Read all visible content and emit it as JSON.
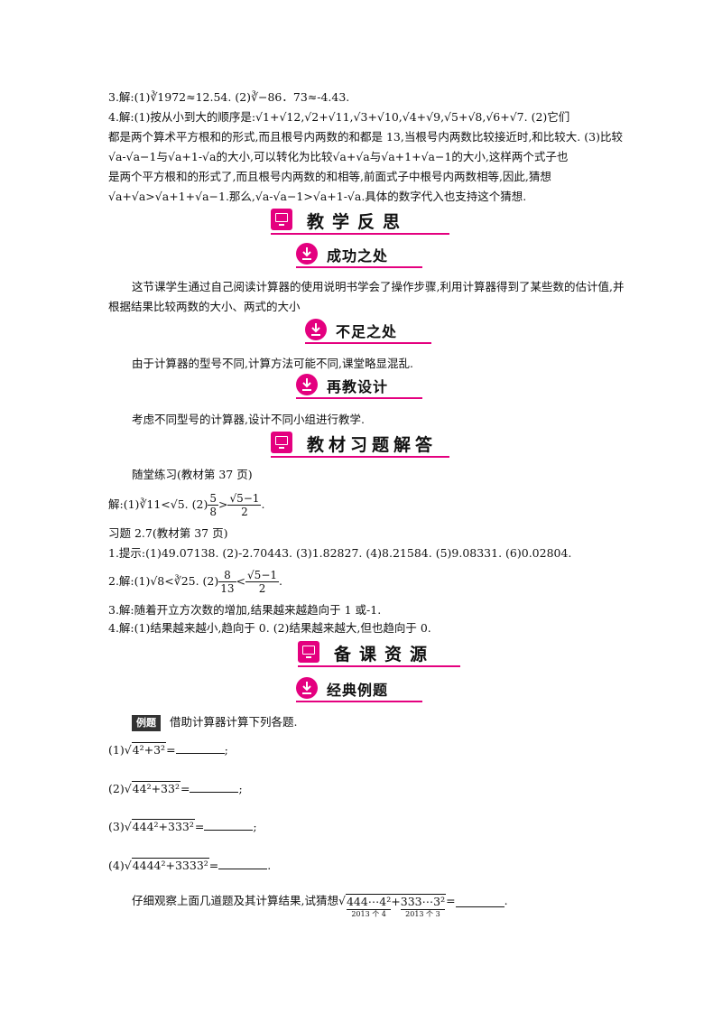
{
  "answers_top": {
    "q3": "3.解:(1)∛1972≈12.54.   (2)∛−86．73≈-4.43.",
    "q4_line1": "4.解:(1)按从小到大的顺序是:√1+√12,√2+√11,√3+√10,√4+√9,√5+√8,√6+√7.   (2)它们",
    "q4_line2": "都是两个算术平方根和的形式,而且根号内两数的和都是 13,当根号内两数比较接近时,和比较大.   (3)比较",
    "q4_line3": "√a-√a−1与√a+1-√a的大小,可以转化为比较√a+√a与√a+1+√a−1的大小,这样两个式子也",
    "q4_line4": "是两个平方根和的形式了,而且根号内两数的和相等,前面式子中根号内两数相等,因此,猜想",
    "q4_line5": "√a+√a>√a+1+√a−1.那么,√a-√a−1>√a+1-√a.具体的数字代入也支持这个猜想."
  },
  "section_reflection": {
    "title": "教学反思",
    "success_title": "成功之处",
    "success_line1": "这节课学生通过自己阅读计算器的使用说明书学会了操作步骤,利用计算器得到了某些数的估计值,并",
    "success_line2": "根据结果比较两数的大小、两式的大小",
    "shortfall_title": "不足之处",
    "shortfall_text": "由于计算器的型号不同,计算方法可能不同,课堂略显混乱.",
    "redesign_title": "再教设计",
    "redesign_text": "考虑不同型号的计算器,设计不同小组进行教学."
  },
  "section_exercises": {
    "title": "教材习题解答",
    "practice_title": "随堂练习(教材第 37 页)",
    "practice_ans_a": "解:(1)∛11<√5.   (2)",
    "practice_frac1_num": "5",
    "practice_frac1_den": "8",
    "practice_cmp": ">",
    "practice_frac2_num": "√5−1",
    "practice_frac2_den": "2",
    "practice_end": ".",
    "ex_title": "习题 2.7(教材第 37 页)",
    "ex1": "1.提示:(1)49.07138.   (2)-2.70443.   (3)1.82827.   (4)8.21584.   (5)9.08331.   (6)0.02804.",
    "ex2_a": "2.解:(1)√8<∛25.   (2)",
    "ex2_frac1_num": "8",
    "ex2_frac1_den": "13",
    "ex2_cmp": "<",
    "ex2_frac2_num": "√5−1",
    "ex2_frac2_den": "2",
    "ex2_end": ".",
    "ex3": "3.解:随着开立方次数的增加,结果越来越趋向于 1 或-1.",
    "ex4": "4.解:(1)结果越来越小,趋向于 0.   (2)结果越来越大,但也趋向于 0."
  },
  "section_resources": {
    "title": "备课资源",
    "classic_title": "经典例题",
    "badge": "例题",
    "example_intro": "借助计算器计算下列各题.",
    "items": [
      {
        "label": "(1)√",
        "expr": "4²+3²",
        "tail": "=",
        "end": ";"
      },
      {
        "label": "(2)√",
        "expr": "44²+33²",
        "tail": "=",
        "end": ";"
      },
      {
        "label": "(3)√",
        "expr": "444²+333²",
        "tail": "=",
        "end": ";"
      },
      {
        "label": "(4)√",
        "expr": "4444²+3333²",
        "tail": "=",
        "end": "."
      }
    ],
    "guess_text": "仔细观察上面几道题及其计算结果,试猜想√",
    "guess_expr_a": "444⋯4²",
    "guess_under_a": "2013 个 4",
    "guess_plus": "+",
    "guess_expr_b": "333⋯3²",
    "guess_under_b": "2013 个 3",
    "guess_tail": "=",
    "guess_end": "."
  },
  "colors": {
    "accent": "#e4007f",
    "text": "#111111"
  }
}
